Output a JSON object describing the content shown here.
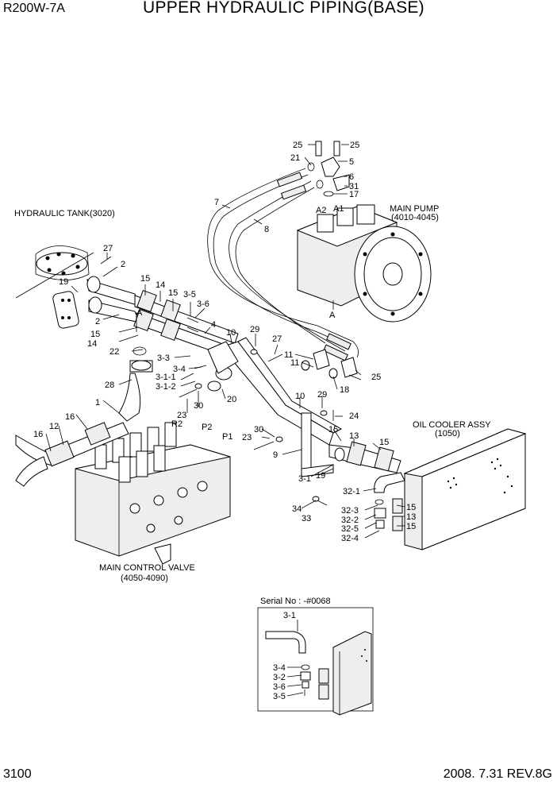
{
  "header": {
    "model": "R200W-7A",
    "title": "UPPER HYDRAULIC PIPING(BASE)"
  },
  "footer": {
    "page_number": "3100",
    "date_revision": "2008. 7.31  REV.8G"
  },
  "assemblies": {
    "hydraulic_tank": "HYDRAULIC TANK(3020)",
    "main_pump": "MAIN PUMP",
    "main_pump_range": "(4010-4045)",
    "oil_cooler": "OIL COOLER ASSY",
    "oil_cooler_range": "(1050)",
    "control_valve": "MAIN CONTROL VALVE",
    "control_valve_range": "(4050-4090)"
  },
  "port_labels": {
    "a2": "A2",
    "a1": "A1",
    "r2": "R2",
    "p2": "P2",
    "p1": "P1"
  },
  "view_refs": [
    "A",
    "A"
  ],
  "inset": {
    "serial": "Serial No : -#0068",
    "callouts": [
      "3-1",
      "3-4",
      "3-2",
      "3-6",
      "3-5"
    ]
  },
  "callouts": [
    "25",
    "25",
    "21",
    "5",
    "6",
    "31",
    "17",
    "7",
    "8",
    "27",
    "2",
    "19",
    "15",
    "14",
    "15",
    "3-5",
    "3-6",
    "2",
    "4",
    "15",
    "14",
    "10",
    "29",
    "27",
    "22",
    "3-3",
    "3-4",
    "3-1-1",
    "3-1-2",
    "28",
    "11",
    "11",
    "25",
    "18",
    "1",
    "23",
    "30",
    "20",
    "10",
    "29",
    "24",
    "16",
    "12",
    "16",
    "30",
    "23",
    "9",
    "15",
    "13",
    "15",
    "3-1",
    "19",
    "32-1",
    "34",
    "33",
    "32-3",
    "32-2",
    "32-5",
    "32-4",
    "15",
    "13",
    "15"
  ]
}
